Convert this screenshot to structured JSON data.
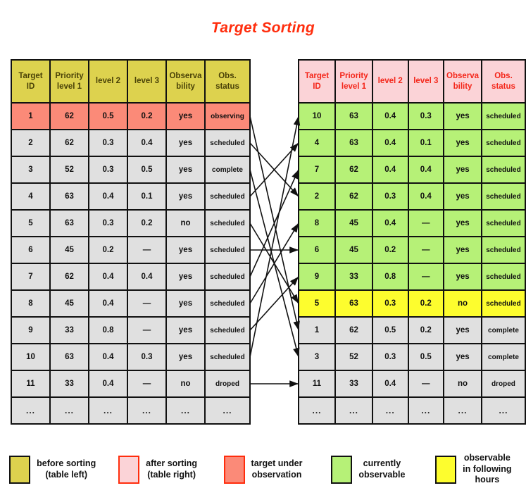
{
  "title": "Target Sorting",
  "columns": [
    "Target\nID",
    "Priority\nlevel 1",
    "level 2",
    "level 3",
    "Observa\nbility",
    "Obs.\nstatus"
  ],
  "left_table": {
    "caption": "before sorting (table left)",
    "header_bg": "#ddd24e",
    "rows": [
      {
        "id": "1",
        "p1": "62",
        "l2": "0.5",
        "l3": "0.2",
        "obs": "yes",
        "status": "observing",
        "style": "sal"
      },
      {
        "id": "2",
        "p1": "62",
        "l2": "0.3",
        "l3": "0.4",
        "obs": "yes",
        "status": "scheduled",
        "style": "g"
      },
      {
        "id": "3",
        "p1": "52",
        "l2": "0.3",
        "l3": "0.5",
        "obs": "yes",
        "status": "complete",
        "style": "g"
      },
      {
        "id": "4",
        "p1": "63",
        "l2": "0.4",
        "l3": "0.1",
        "obs": "yes",
        "status": "scheduled",
        "style": "g"
      },
      {
        "id": "5",
        "p1": "63",
        "l2": "0.3",
        "l3": "0.2",
        "obs": "no",
        "status": "scheduled",
        "style": "g"
      },
      {
        "id": "6",
        "p1": "45",
        "l2": "0.2",
        "l3": "—",
        "obs": "yes",
        "status": "scheduled",
        "style": "g"
      },
      {
        "id": "7",
        "p1": "62",
        "l2": "0.4",
        "l3": "0.4",
        "obs": "yes",
        "status": "scheduled",
        "style": "g"
      },
      {
        "id": "8",
        "p1": "45",
        "l2": "0.4",
        "l3": "—",
        "obs": "yes",
        "status": "scheduled",
        "style": "g"
      },
      {
        "id": "9",
        "p1": "33",
        "l2": "0.8",
        "l3": "—",
        "obs": "yes",
        "status": "scheduled",
        "style": "g"
      },
      {
        "id": "10",
        "p1": "63",
        "l2": "0.4",
        "l3": "0.3",
        "obs": "yes",
        "status": "scheduled",
        "style": "g"
      },
      {
        "id": "11",
        "p1": "33",
        "l2": "0.4",
        "l3": "—",
        "obs": "no",
        "status": "droped",
        "style": "g"
      },
      {
        "id": "...",
        "p1": "...",
        "l2": "...",
        "l3": "...",
        "obs": "...",
        "status": "...",
        "style": "g"
      }
    ]
  },
  "right_table": {
    "caption": "after sorting (table right)",
    "header_bg": "#fbd3d7",
    "rows": [
      {
        "id": "10",
        "p1": "63",
        "l2": "0.4",
        "l3": "0.3",
        "obs": "yes",
        "status": "scheduled",
        "style": "grn"
      },
      {
        "id": "4",
        "p1": "63",
        "l2": "0.4",
        "l3": "0.1",
        "obs": "yes",
        "status": "scheduled",
        "style": "grn"
      },
      {
        "id": "7",
        "p1": "62",
        "l2": "0.4",
        "l3": "0.4",
        "obs": "yes",
        "status": "scheduled",
        "style": "grn"
      },
      {
        "id": "2",
        "p1": "62",
        "l2": "0.3",
        "l3": "0.4",
        "obs": "yes",
        "status": "scheduled",
        "style": "grn"
      },
      {
        "id": "8",
        "p1": "45",
        "l2": "0.4",
        "l3": "—",
        "obs": "yes",
        "status": "scheduled",
        "style": "grn"
      },
      {
        "id": "6",
        "p1": "45",
        "l2": "0.2",
        "l3": "—",
        "obs": "yes",
        "status": "scheduled",
        "style": "grn"
      },
      {
        "id": "9",
        "p1": "33",
        "l2": "0.8",
        "l3": "—",
        "obs": "yes",
        "status": "scheduled",
        "style": "grn"
      },
      {
        "id": "5",
        "p1": "63",
        "l2": "0.3",
        "l3": "0.2",
        "obs": "no",
        "status": "scheduled",
        "style": "yel"
      },
      {
        "id": "1",
        "p1": "62",
        "l2": "0.5",
        "l3": "0.2",
        "obs": "yes",
        "status": "complete",
        "style": "g"
      },
      {
        "id": "3",
        "p1": "52",
        "l2": "0.3",
        "l3": "0.5",
        "obs": "yes",
        "status": "complete",
        "style": "g"
      },
      {
        "id": "11",
        "p1": "33",
        "l2": "0.4",
        "l3": "—",
        "obs": "no",
        "status": "droped",
        "style": "g"
      },
      {
        "id": "...",
        "p1": "...",
        "l2": "...",
        "l3": "...",
        "obs": "...",
        "status": "...",
        "style": "g"
      }
    ]
  },
  "mapping": [
    {
      "from": 1,
      "to": 9
    },
    {
      "from": 2,
      "to": 4
    },
    {
      "from": 3,
      "to": 10
    },
    {
      "from": 4,
      "to": 2
    },
    {
      "from": 5,
      "to": 8
    },
    {
      "from": 6,
      "to": 6
    },
    {
      "from": 7,
      "to": 3
    },
    {
      "from": 8,
      "to": 5
    },
    {
      "from": 9,
      "to": 7
    },
    {
      "from": 10,
      "to": 1
    },
    {
      "from": 11,
      "to": 11
    }
  ],
  "legend": [
    {
      "label": "before sorting\n(table left)",
      "color": "#ddd24e",
      "border": "#111111",
      "name": "before-sorting"
    },
    {
      "label": "after sorting\n(table right)",
      "color": "#fbd3d7",
      "border": "#ff2d0d",
      "name": "after-sorting"
    },
    {
      "label": "target under\nobservation",
      "color": "#fb8a78",
      "border": "#ff2d0d",
      "name": "target-under-observation"
    },
    {
      "label": "currently\nobservable",
      "color": "#b6f177",
      "border": "#111111",
      "name": "currently-observable"
    },
    {
      "label": "observable\nin following\nhours",
      "color": "#fdfd2e",
      "border": "#111111",
      "name": "observable-following-hours"
    }
  ]
}
